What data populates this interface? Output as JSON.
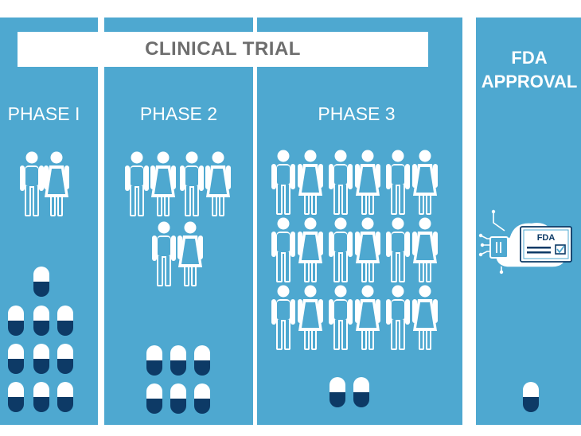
{
  "banner": {
    "title": "CLINICAL TRIAL"
  },
  "phases": [
    {
      "label": "PHASE I",
      "people": 2,
      "pills": 10
    },
    {
      "label": "PHASE 2",
      "people": 6,
      "pills": 6
    },
    {
      "label": "PHASE 3",
      "people": 18,
      "pills": 2
    }
  ],
  "approval": {
    "line1": "FDA",
    "line2": "APPROVAL",
    "badge_text": "FDA",
    "pills": 1
  },
  "colors": {
    "panel": "#4ea8d0",
    "pill_dark": "#0d3a66",
    "white": "#ffffff",
    "banner_text": "#6e6e6e"
  }
}
